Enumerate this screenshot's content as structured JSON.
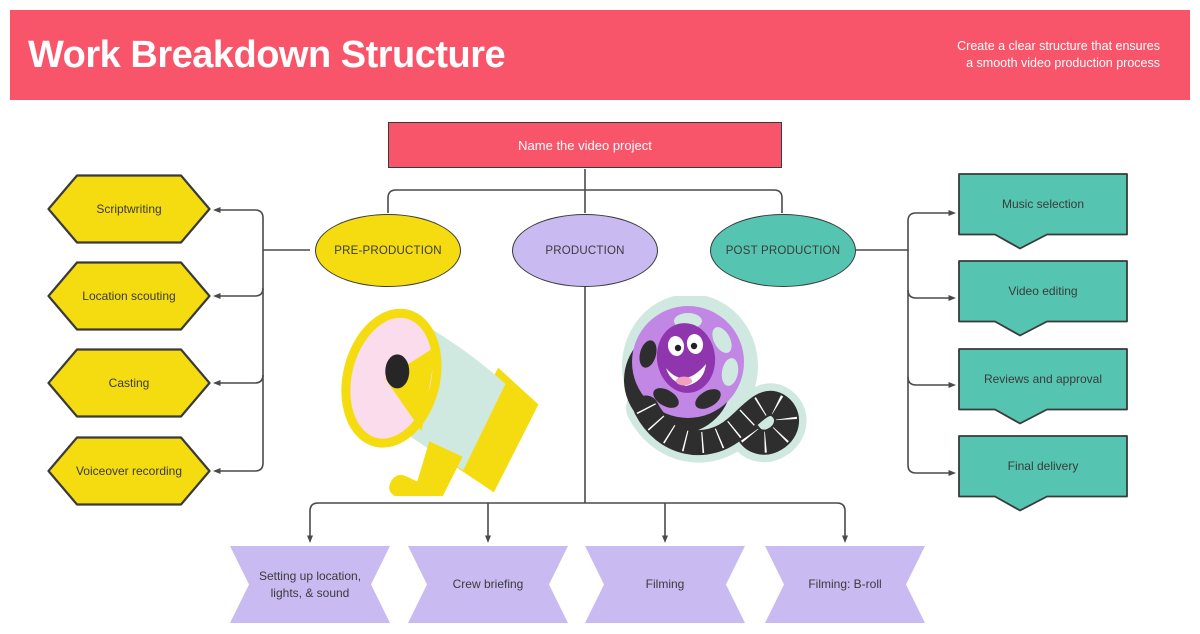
{
  "header": {
    "title": "Work Breakdown Structure",
    "tagline_line1": "Create a clear structure that ensures",
    "tagline_line2": "a smooth video production process"
  },
  "root": {
    "label": "Name the video project"
  },
  "phases": [
    {
      "id": "pre-production",
      "label": "PRE-PRODUCTION"
    },
    {
      "id": "production",
      "label": "PRODUCTION"
    },
    {
      "id": "post-production",
      "label": "POST PRODUCTION"
    }
  ],
  "tasks": {
    "pre": [
      "Scriptwriting",
      "Location scouting",
      "Casting",
      "Voiceover recording"
    ],
    "production": [
      "Setting up location, lights, & sound",
      "Crew briefing",
      "Filming",
      "Filming: B-roll"
    ],
    "post": [
      "Music selection",
      "Video editing",
      "Reviews and approval",
      "Final delivery"
    ]
  },
  "illustrations": [
    "megaphone-illustration",
    "film-reel-illustration"
  ],
  "colors": {
    "red": "#F8556A",
    "yellow": "#F5DC11",
    "lavender": "#C9BAF2",
    "teal": "#55C4B1",
    "mint": "#CFE9E0",
    "pink": "#FADCEC",
    "purple": "#C286E5",
    "purple-dark": "#8F35AE",
    "ink": "#333333",
    "text": "#3B3B3B",
    "line": "#4A4A4A"
  }
}
